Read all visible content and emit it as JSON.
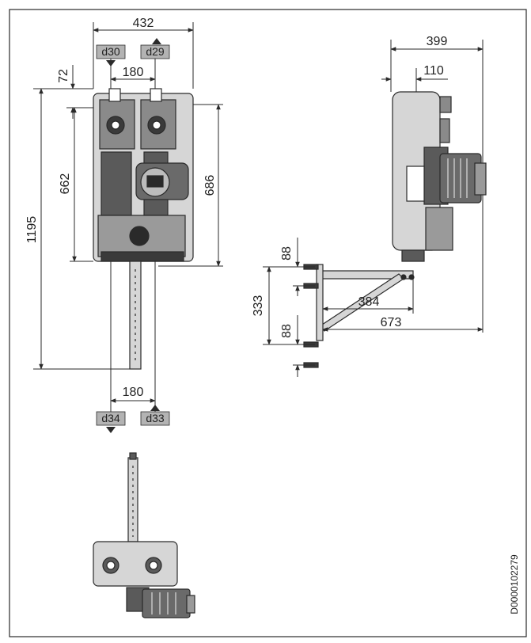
{
  "front_view": {
    "width": "432",
    "top_offset": "72",
    "top_spacing": "180",
    "total_height": "1195",
    "height_left": "662",
    "height_right": "686",
    "bottom_spacing": "180",
    "connections": {
      "top_left": "d30",
      "top_right": "d29",
      "bottom_left": "d34",
      "bottom_right": "d33"
    }
  },
  "side_view": {
    "depth": "399",
    "wall_offset": "110",
    "bracket_spacing_top": "88",
    "bracket_total": "333",
    "bracket_spacing_bottom": "88",
    "arm_length": "384",
    "total_length": "673"
  },
  "document_id": "D0000102279",
  "colors": {
    "line": "#2a2a2a",
    "tag_fill": "#b3b3b3",
    "body_fill": "#d6d6d6",
    "dark_fill": "#5a5a5a"
  }
}
